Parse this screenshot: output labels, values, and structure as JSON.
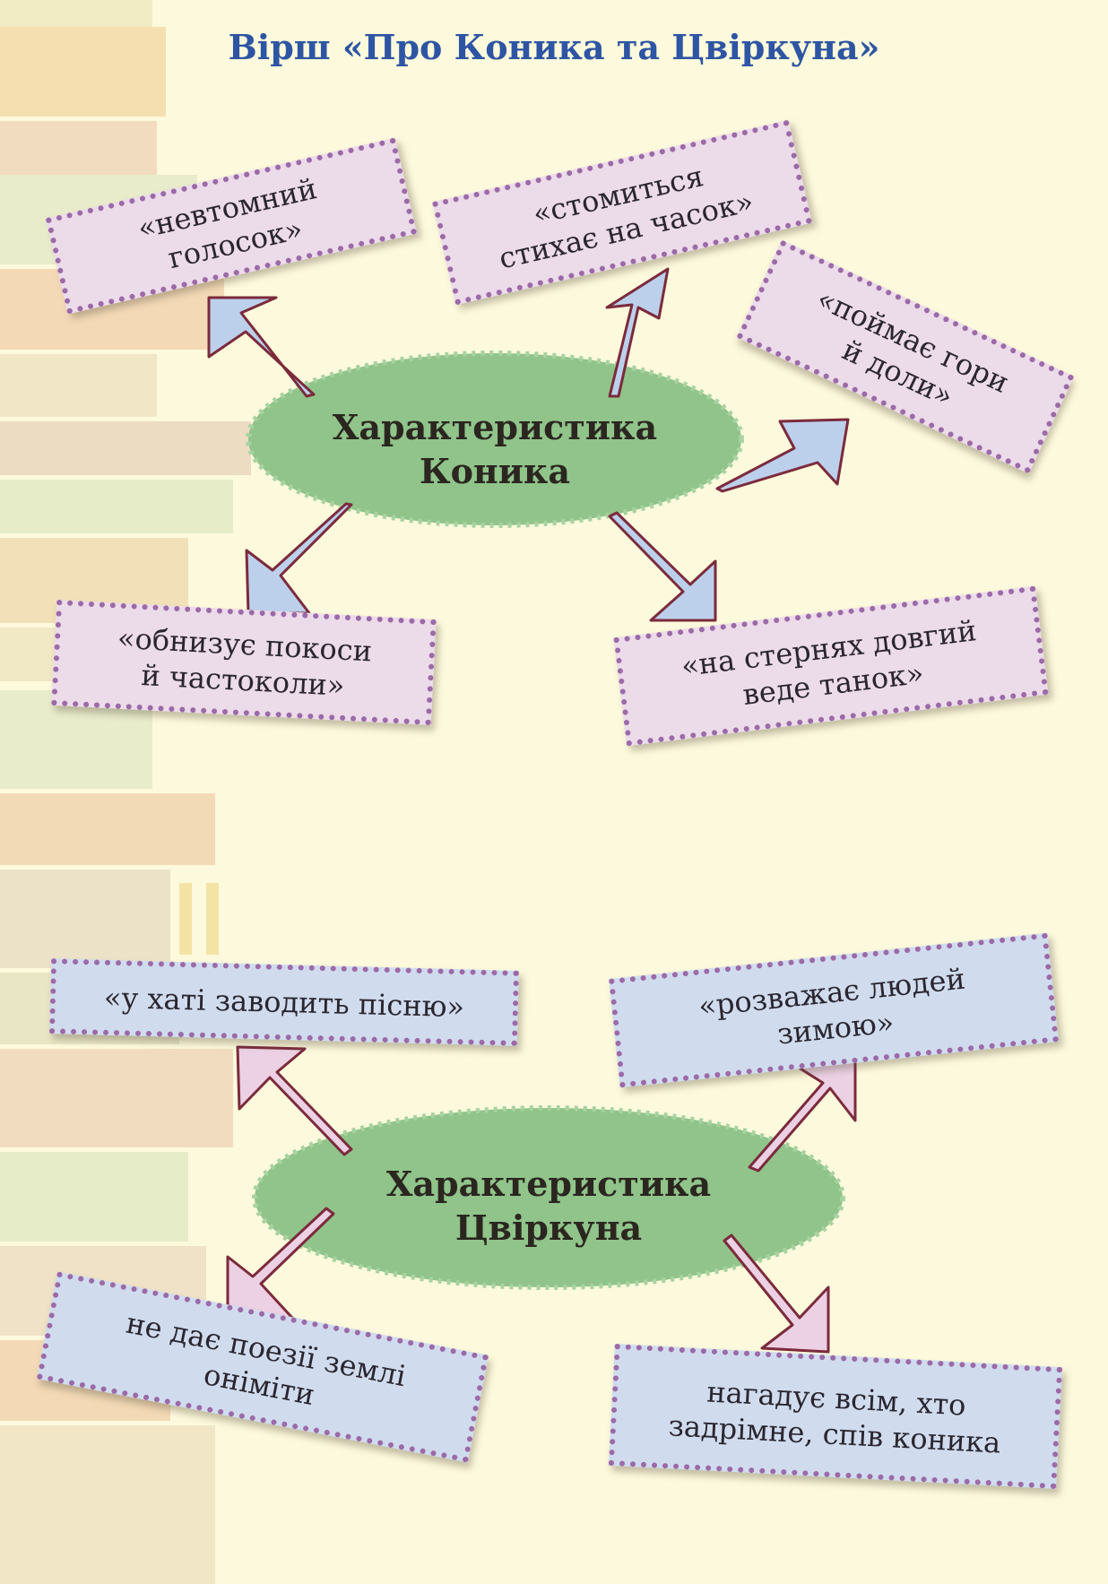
{
  "title": "Вірш «Про Коника та Цвіркуна»",
  "colors": {
    "title": "#2d55a3",
    "ellipse": "#90c48a",
    "card_pink": "#ecdbe9",
    "card_blue": "#d0dcee",
    "card_border": "#9c6aa8",
    "arrow_blue_fill": "#bcd0ec",
    "arrow_pink_fill": "#ecd0e4",
    "arrow_stroke": "#7b2b3c"
  },
  "grasshopper": {
    "center_label": "Характеристика\nКоника",
    "traits": [
      "«невтомний\nголосок»",
      "«стомиться\nстихає на часок»",
      "«поймає гори\nй доли»",
      "«обнизує покоси\nй частоколи»",
      "«на стернях довгий\nведе танок»"
    ]
  },
  "cricket": {
    "center_label": "Характеристика\nЦвіркуна",
    "traits": [
      "«у хаті заводить пісню»",
      "«розважає людей\nзимою»",
      "не дає поезії землі\nоніміти",
      "нагадує всім, хто\nзадрімне, спів коника"
    ]
  }
}
